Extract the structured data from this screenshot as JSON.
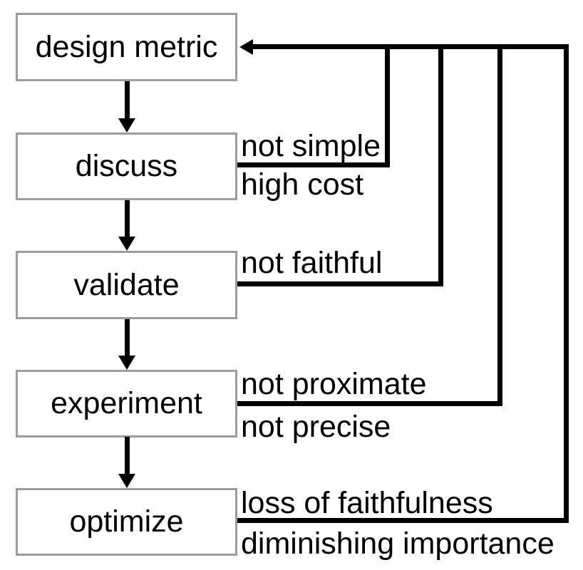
{
  "flow": {
    "title": "metric design cycle flowchart",
    "colors": {
      "background": "#ffffff",
      "box_border": "#9c9c9c",
      "box_fill": "#ffffff",
      "line": "#000000",
      "text": "#000000"
    },
    "boxes": [
      {
        "id": "design-metric",
        "label": "design metric"
      },
      {
        "id": "discuss",
        "label": "discuss"
      },
      {
        "id": "validate",
        "label": "validate"
      },
      {
        "id": "experiment",
        "label": "experiment"
      },
      {
        "id": "optimize",
        "label": "optimize"
      }
    ],
    "feedback": {
      "loop1": {
        "from": "discuss",
        "above": "not simple",
        "below": "high cost"
      },
      "loop2": {
        "from": "validate",
        "above": "not faithful",
        "below": ""
      },
      "loop3": {
        "from": "experiment",
        "above": "not proximate",
        "below": "not precise"
      },
      "loop4": {
        "from": "optimize",
        "above": "loss of faithfulness",
        "below": "diminishing importance"
      }
    }
  }
}
